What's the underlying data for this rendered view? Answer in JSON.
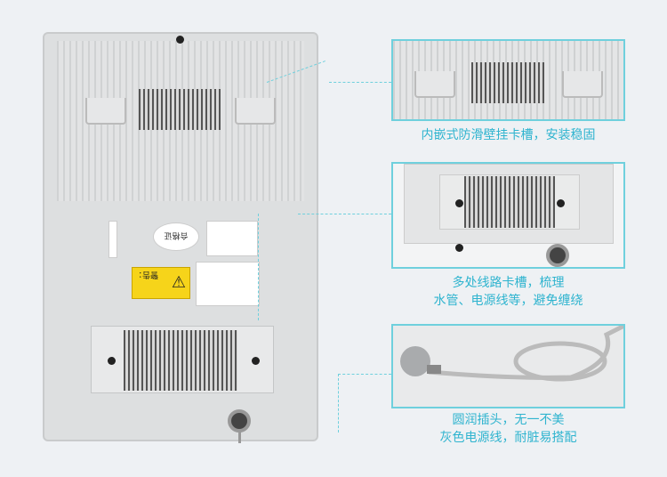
{
  "device_labels": {
    "certificate": "合格证",
    "warning": "警告："
  },
  "features": [
    {
      "caption_lines": [
        "内嵌式防滑壁挂卡槽，安装稳固"
      ]
    },
    {
      "caption_lines": [
        "多处线路卡槽，梳理",
        "水管、电源线等，避免缠绕"
      ]
    },
    {
      "caption_lines": [
        "圆润插头，无一不美",
        "灰色电源线，耐脏易搭配"
      ]
    }
  ],
  "colors": {
    "accent": "#2fb4cf",
    "border": "#6fd0dd",
    "background": "#eef1f4"
  }
}
